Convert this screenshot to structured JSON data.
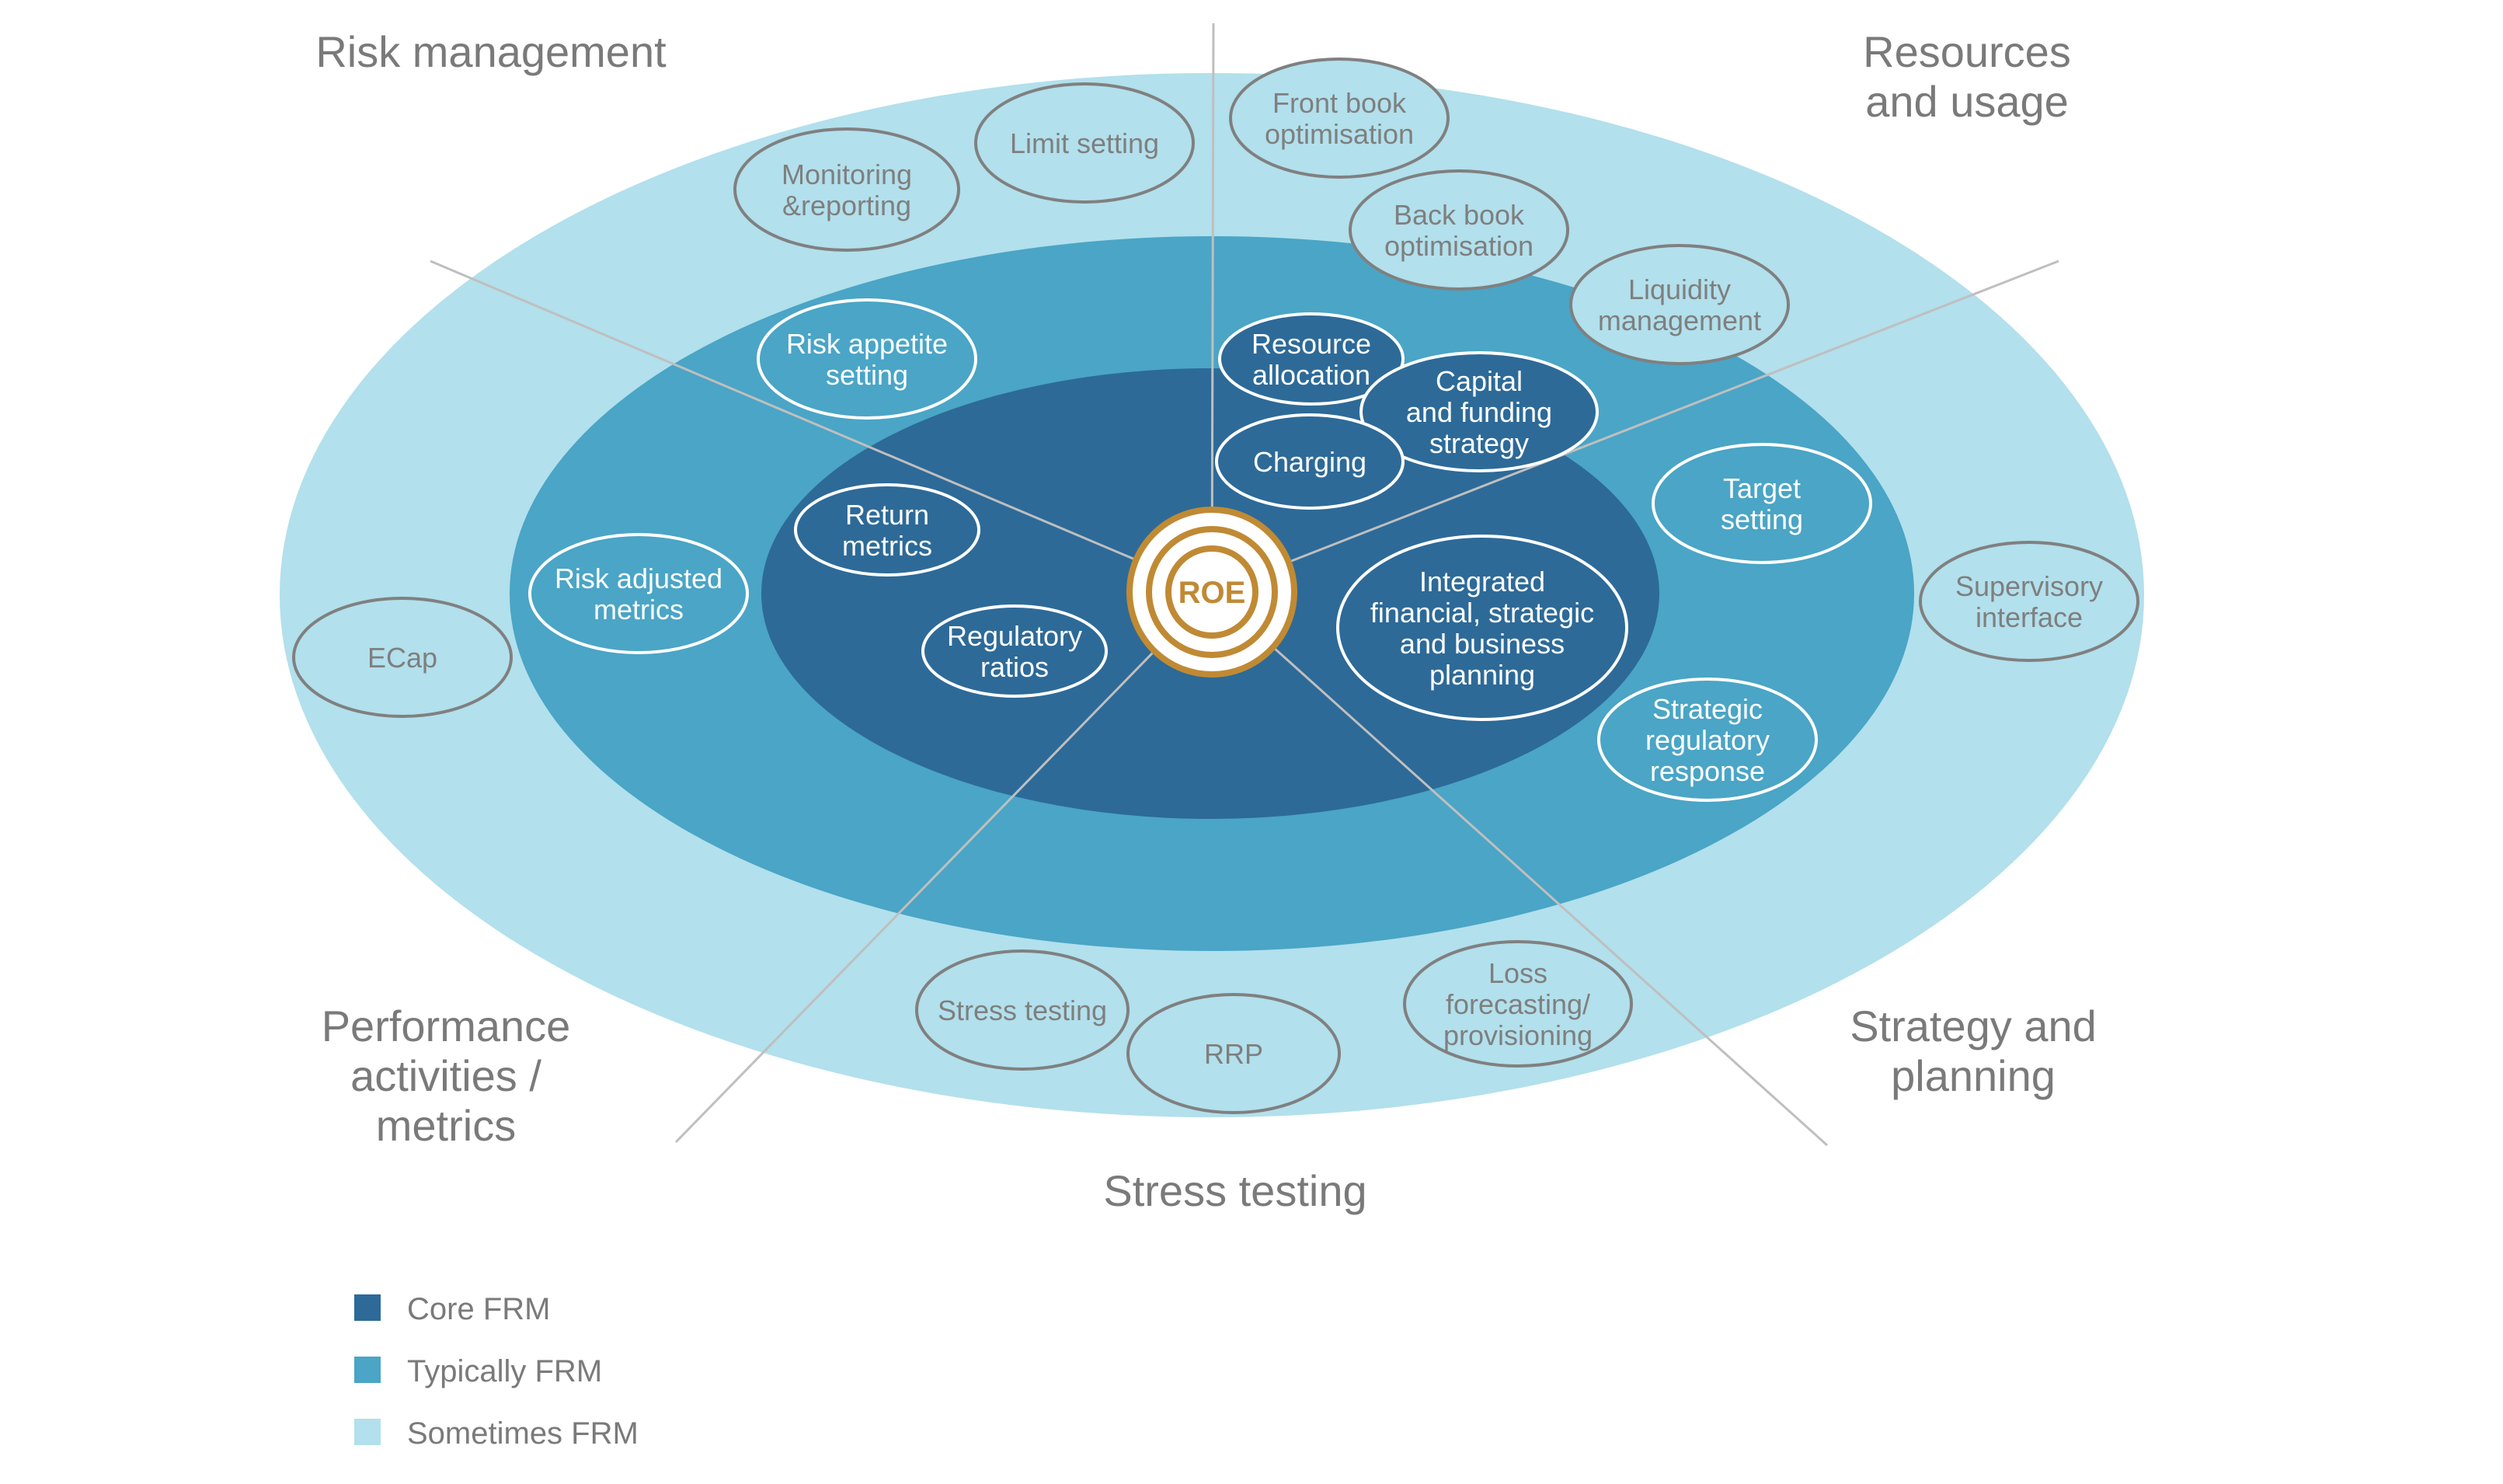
{
  "center": {
    "label": "ROE"
  },
  "sectors": [
    {
      "id": "risk-management",
      "lines": [
        "Risk management"
      ]
    },
    {
      "id": "resources-and-usage",
      "lines": [
        "Resources",
        "and usage"
      ]
    },
    {
      "id": "strategy-and-planning",
      "lines": [
        "Strategy and",
        "planning"
      ]
    },
    {
      "id": "stress-testing",
      "lines": [
        "Stress testing"
      ]
    },
    {
      "id": "performance-activities-metrics",
      "lines": [
        "Performance",
        "activities /",
        "metrics"
      ]
    }
  ],
  "bubbles": [
    {
      "id": "front-book-optimisation",
      "tier": "sometimes",
      "lines": [
        "Front book",
        "optimisation"
      ]
    },
    {
      "id": "back-book-optimisation",
      "tier": "sometimes",
      "lines": [
        "Back book",
        "optimisation"
      ]
    },
    {
      "id": "liquidity-management",
      "tier": "sometimes",
      "lines": [
        "Liquidity",
        "management"
      ]
    },
    {
      "id": "limit-setting",
      "tier": "sometimes",
      "lines": [
        "Limit setting"
      ]
    },
    {
      "id": "monitoring-reporting",
      "tier": "sometimes",
      "lines": [
        "Monitoring",
        "&reporting"
      ]
    },
    {
      "id": "ecap",
      "tier": "sometimes",
      "lines": [
        "ECap"
      ]
    },
    {
      "id": "supervisory-interface",
      "tier": "sometimes",
      "lines": [
        "Supervisory",
        "interface"
      ]
    },
    {
      "id": "stress-testing-bubble",
      "tier": "sometimes",
      "lines": [
        "Stress testing"
      ]
    },
    {
      "id": "rrp",
      "tier": "sometimes",
      "lines": [
        "RRP"
      ]
    },
    {
      "id": "loss-forecasting",
      "tier": "sometimes",
      "lines": [
        "Loss",
        "forecasting/",
        "provisioning"
      ]
    },
    {
      "id": "risk-appetite-setting",
      "tier": "typically",
      "lines": [
        "Risk appetite",
        "setting"
      ]
    },
    {
      "id": "risk-adjusted-metrics",
      "tier": "typically",
      "lines": [
        "Risk adjusted",
        "metrics"
      ]
    },
    {
      "id": "target-setting",
      "tier": "typically",
      "lines": [
        "Target",
        "setting"
      ]
    },
    {
      "id": "strategic-regulatory-response",
      "tier": "typically",
      "lines": [
        "Strategic",
        "regulatory",
        "response"
      ]
    },
    {
      "id": "resource-allocation",
      "tier": "core",
      "lines": [
        "Resource",
        "allocation"
      ]
    },
    {
      "id": "capital-and-funding-strategy",
      "tier": "core",
      "lines": [
        "Capital",
        "and funding",
        "strategy"
      ]
    },
    {
      "id": "charging",
      "tier": "core",
      "lines": [
        "Charging"
      ]
    },
    {
      "id": "return-metrics",
      "tier": "core",
      "lines": [
        "Return",
        "metrics"
      ]
    },
    {
      "id": "regulatory-ratios",
      "tier": "core",
      "lines": [
        "Regulatory",
        "ratios"
      ]
    },
    {
      "id": "integrated-planning",
      "tier": "core",
      "lines": [
        "Integrated",
        "financial, strategic",
        "and business",
        "planning"
      ]
    }
  ],
  "legend": [
    {
      "id": "core",
      "label": "Core FRM",
      "color": "#2d6a98"
    },
    {
      "id": "typically",
      "label": "Typically FRM",
      "color": "#4aa5c6"
    },
    {
      "id": "sometimes",
      "label": "Sometimes FRM",
      "color": "#b2e0ec"
    }
  ],
  "colors": {
    "core": "#2d6a98",
    "typically": "#4aa5c6",
    "sometimes": "#b2e0ec",
    "roe_gold": "#c08a34",
    "divider": "#bfbfbf",
    "outline_gray": "#808080",
    "text_gray": "#7a7a7a"
  }
}
